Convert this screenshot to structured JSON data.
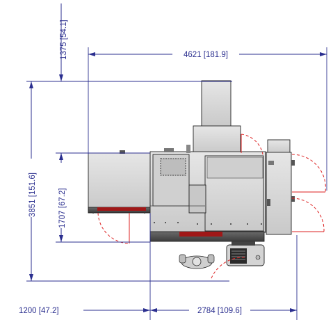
{
  "dimensions": {
    "overall_width": "4621 [181.9]",
    "top_clearance": "1375 [54.1]",
    "overall_depth": "3851 [151.6]",
    "machine_depth": "1707 [67.2]",
    "left_offset": "1200 [47.2]",
    "right_span": "2784 [109.6]"
  },
  "colors": {
    "dimension": "#2b2f8f",
    "door_swing": "#dd2222",
    "machine_body": "#d9d9d9",
    "base": "#555555",
    "accent": "#a01818"
  },
  "icons": [
    "operator-figure-icon",
    "control-console-icon"
  ]
}
